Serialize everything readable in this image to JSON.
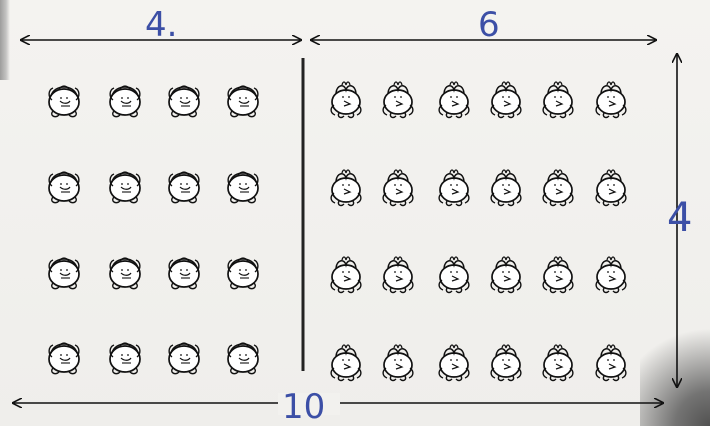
{
  "labels": {
    "left_width": "4.",
    "right_width": "6",
    "height": "4",
    "total_width": "10"
  },
  "groups": {
    "left": {
      "rows": 4,
      "cols": 4,
      "icon": "sheep-icon"
    },
    "right": {
      "rows": 4,
      "cols": 6,
      "icon": "chicken-icon"
    }
  },
  "colors": {
    "ink": "#111111",
    "pen_blue": "#3c4fa6",
    "paper": "#f2f1ee"
  }
}
